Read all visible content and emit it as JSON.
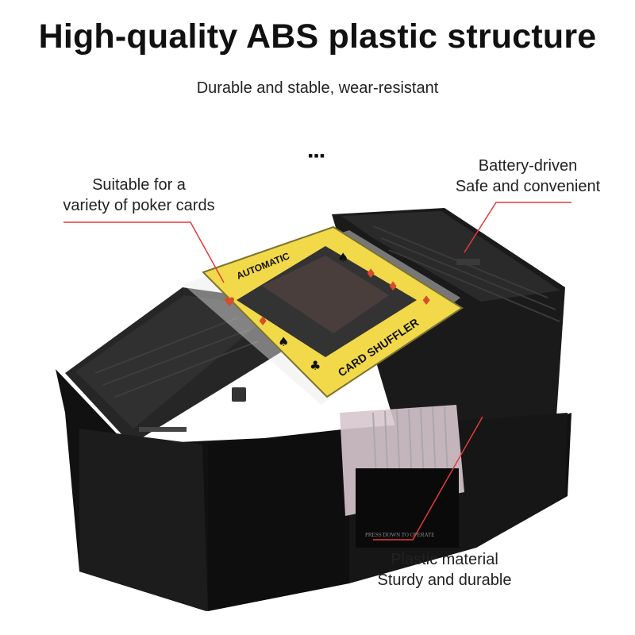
{
  "headline": "High-quality ABS plastic structure",
  "subheadline": "Durable and stable, wear-resistant",
  "callouts": {
    "cards": [
      "Suitable for a",
      "variety of poker cards"
    ],
    "battery": [
      "Battery-driven",
      "Safe and convenient"
    ],
    "material": [
      "Plastic material",
      "Sturdy and durable"
    ]
  },
  "product": {
    "top_label": "AUTOMATIC",
    "bottom_label": "CARD SHUFFLER",
    "button_text": "PRESS DOWN TO OPERATE"
  },
  "marker": "\"'\"",
  "colors": {
    "accent_line": "#e33b3b",
    "body": "#141414",
    "plate": "#f2d94a"
  }
}
